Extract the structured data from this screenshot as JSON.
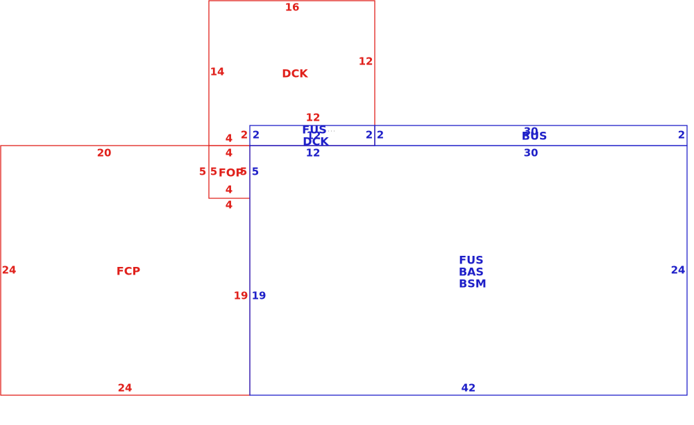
{
  "colors": {
    "red": "#e0201b",
    "blue": "#1f20c8",
    "dot": "#999999"
  },
  "red_zones": {
    "dck": {
      "name": "DCK",
      "top": "16",
      "left": "14",
      "right": "12",
      "bottom": "12"
    },
    "fop": {
      "name": "FOP",
      "top": "4",
      "left": "5",
      "right": "5",
      "bottom": "4",
      "right_outer": "2",
      "top_outer": "4"
    },
    "fcp": {
      "name": "FCP",
      "top": "20",
      "left": "24",
      "right": "19",
      "bottom": "24",
      "left_outer": "5",
      "bottom_outer": "4"
    }
  },
  "blue_zones": {
    "fus_dck": {
      "lines": [
        "FUS",
        "DCK"
      ],
      "top": "12",
      "left": "2",
      "right": "2",
      "bottom": "12"
    },
    "bus": {
      "name": "BUS",
      "top": "30",
      "left": "2",
      "right": "2",
      "bottom": "30"
    },
    "main": {
      "lines": [
        "FUS",
        "BAS",
        "BSM"
      ],
      "left": "19",
      "right": "24",
      "bottom": "42",
      "left_top": "5"
    }
  }
}
